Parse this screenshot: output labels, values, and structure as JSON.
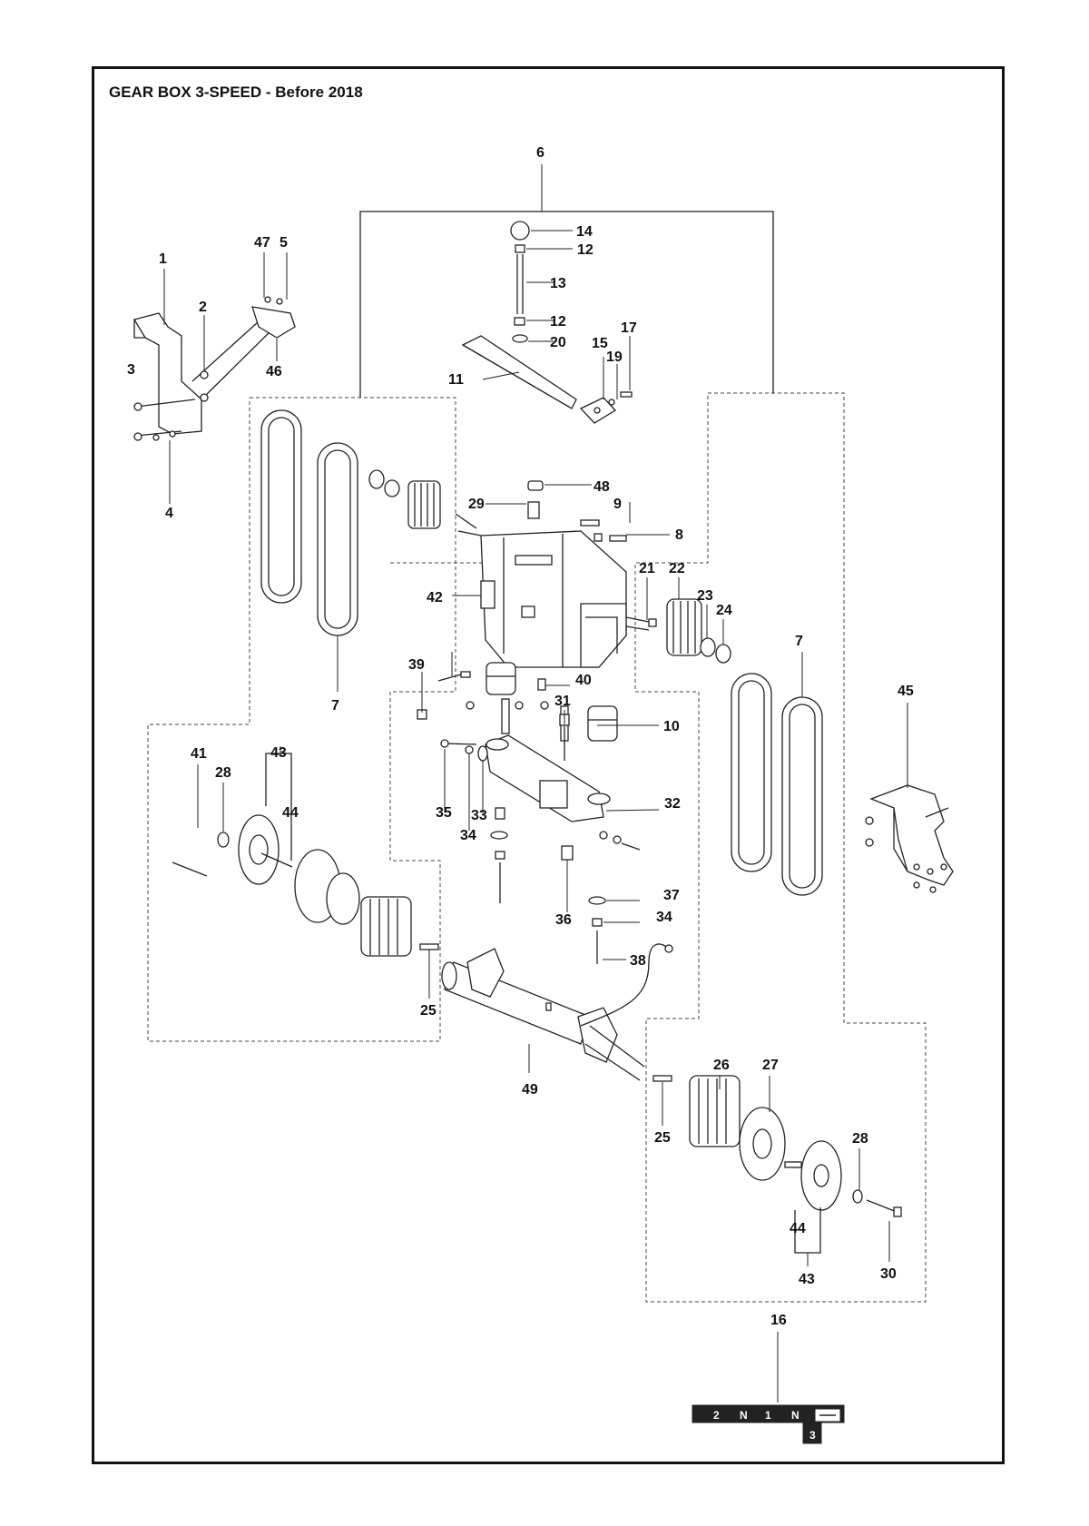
{
  "title": "GEAR BOX 3-SPEED - Before 2018",
  "callouts": [
    "1",
    "2",
    "3",
    "4",
    "5",
    "6",
    "7",
    "8",
    "9",
    "10",
    "11",
    "12",
    "13",
    "14",
    "15",
    "16",
    "17",
    "19",
    "20",
    "21",
    "22",
    "23",
    "24",
    "25",
    "26",
    "27",
    "28",
    "29",
    "30",
    "31",
    "32",
    "33",
    "34",
    "35",
    "36",
    "37",
    "38",
    "39",
    "40",
    "41",
    "42",
    "43",
    "44",
    "45",
    "46",
    "47",
    "48",
    "49"
  ],
  "shift_decal": {
    "row": [
      "2",
      "N",
      "1",
      "N"
    ],
    "bottom": "3"
  }
}
